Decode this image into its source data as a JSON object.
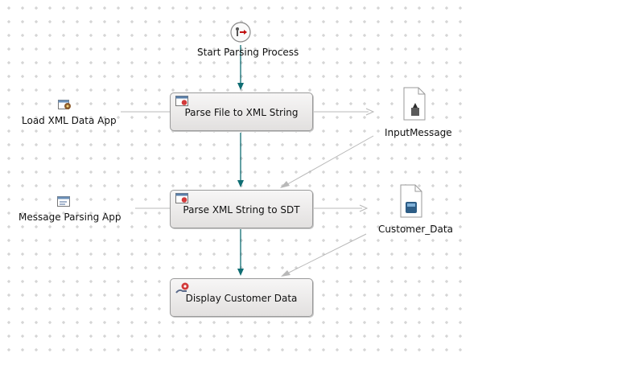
{
  "start": {
    "label": "Start Parsing Process"
  },
  "apps": [
    {
      "label": "Load XML Data App"
    },
    {
      "label": "Message Parsing App"
    }
  ],
  "tasks": [
    {
      "label": "Parse File to XML String"
    },
    {
      "label": "Parse XML String to SDT"
    },
    {
      "label": "Display Customer Data"
    }
  ],
  "data_objects": [
    {
      "label": "InputMessage"
    },
    {
      "label": "Customer_Data"
    }
  ],
  "colors": {
    "flow": "#0f6d73",
    "assoc": "#b8b8b8",
    "grid": "#c7c7c7",
    "task_border": "#9a9a9a"
  }
}
